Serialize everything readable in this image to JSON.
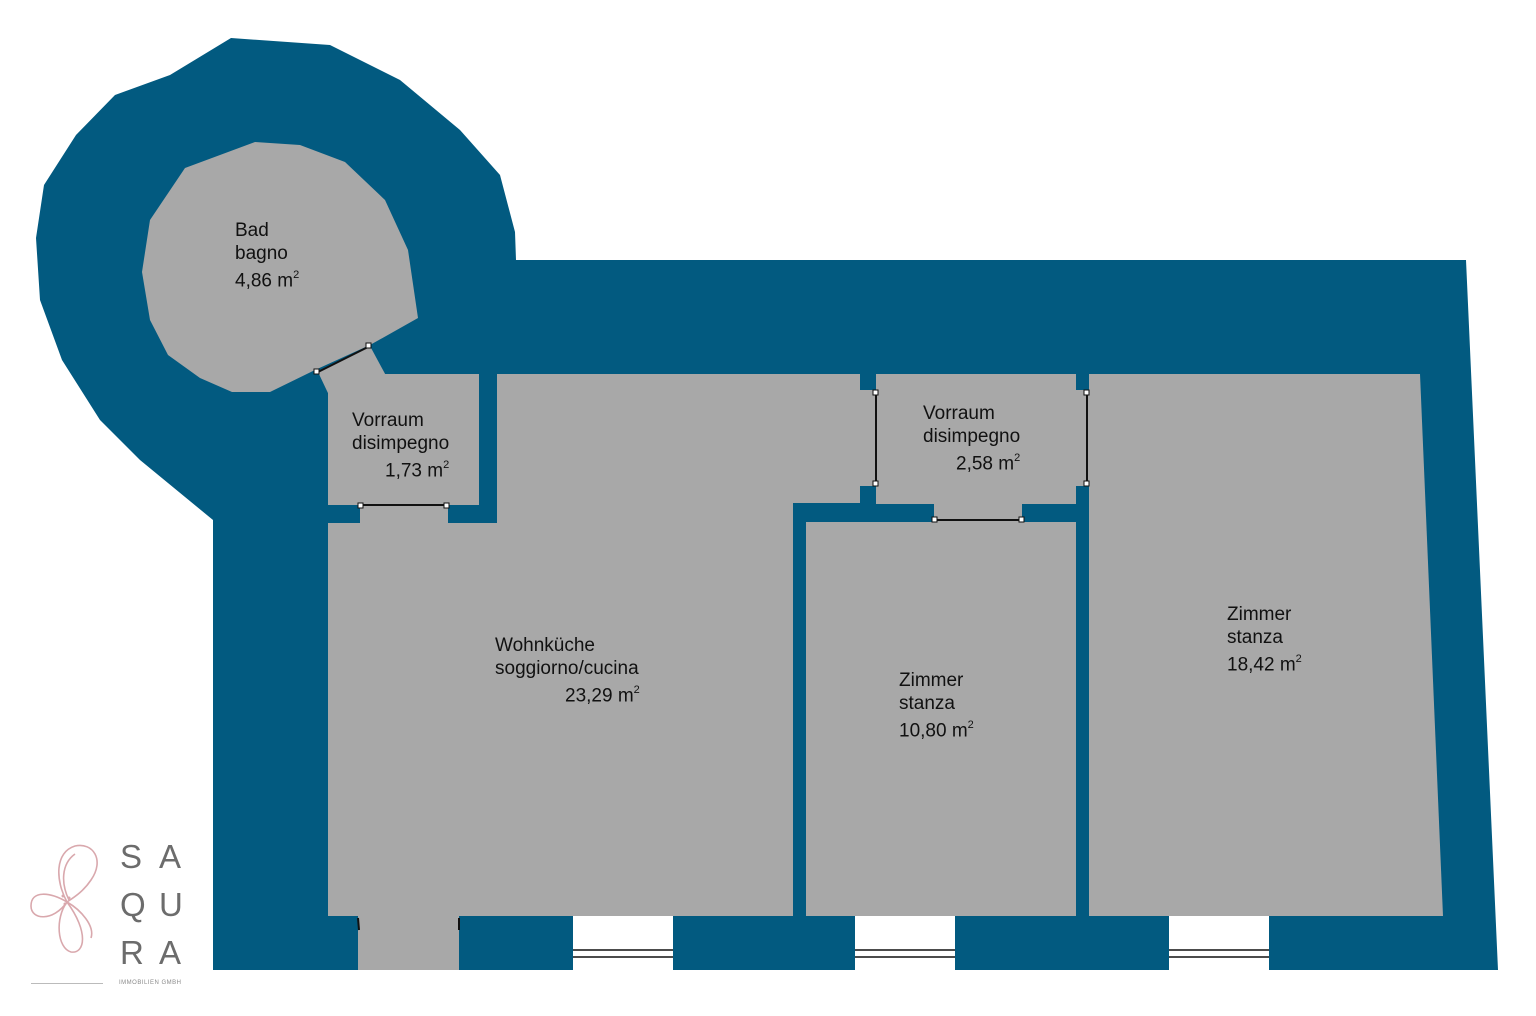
{
  "colors": {
    "wall": "#025a80",
    "floor": "#a8a8a8",
    "background": "#ffffff",
    "logo_accent": "#d9a8ad"
  },
  "rooms": [
    {
      "key": "bad",
      "name_de": "Bad",
      "name_it": "bagno",
      "area": "4,86 m",
      "unit_power": "2"
    },
    {
      "key": "vorraum1",
      "name_de": "Vorraum",
      "name_it": "disimpegno",
      "area": "1,73 m",
      "unit_power": "2"
    },
    {
      "key": "vorraum2",
      "name_de": "Vorraum",
      "name_it": "disimpegno",
      "area": "2,58 m",
      "unit_power": "2"
    },
    {
      "key": "wohnkueche",
      "name_de": "Wohnküche",
      "name_it": "soggiorno/cucina",
      "area": "23,29 m",
      "unit_power": "2"
    },
    {
      "key": "zimmer1",
      "name_de": "Zimmer",
      "name_it": "stanza",
      "area": "10,80 m",
      "unit_power": "2"
    },
    {
      "key": "zimmer2",
      "name_de": "Zimmer",
      "name_it": "stanza",
      "area": "18,42 m",
      "unit_power": "2"
    }
  ],
  "logo": {
    "letters": [
      "S",
      "A",
      "Q",
      "U",
      "R",
      "A"
    ],
    "subtitle": "IMMOBILIEN GMBH"
  }
}
